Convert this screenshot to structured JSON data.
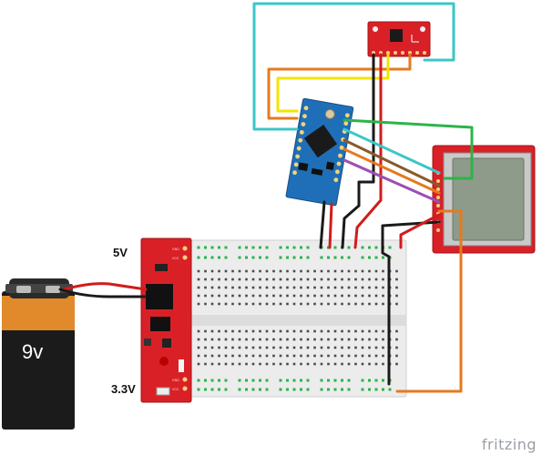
{
  "labels": {
    "voltage_5v": "5V",
    "voltage_33v": "3.3V",
    "battery": "9v",
    "watermark": "fritzing"
  },
  "colors": {
    "board_red": "#d92027",
    "arduino_blue": "#1f6fb8",
    "wire_cyan": "#3cc6c8",
    "wire_orange": "#e57a1f",
    "wire_yellow": "#f2e500",
    "wire_green": "#2db34a",
    "wire_purple": "#9b4fb3",
    "wire_brown": "#8a5a2b",
    "wire_black": "#1a1a1a",
    "wire_red": "#d11c1c",
    "battery_orange": "#e08a2c",
    "battery_black": "#1b1b1b"
  },
  "components": [
    {
      "name": "9v-battery"
    },
    {
      "name": "power-regulator-board"
    },
    {
      "name": "breadboard"
    },
    {
      "name": "arduino-pro-mini"
    },
    {
      "name": "accelerometer-module"
    },
    {
      "name": "nokia-lcd-module"
    }
  ]
}
